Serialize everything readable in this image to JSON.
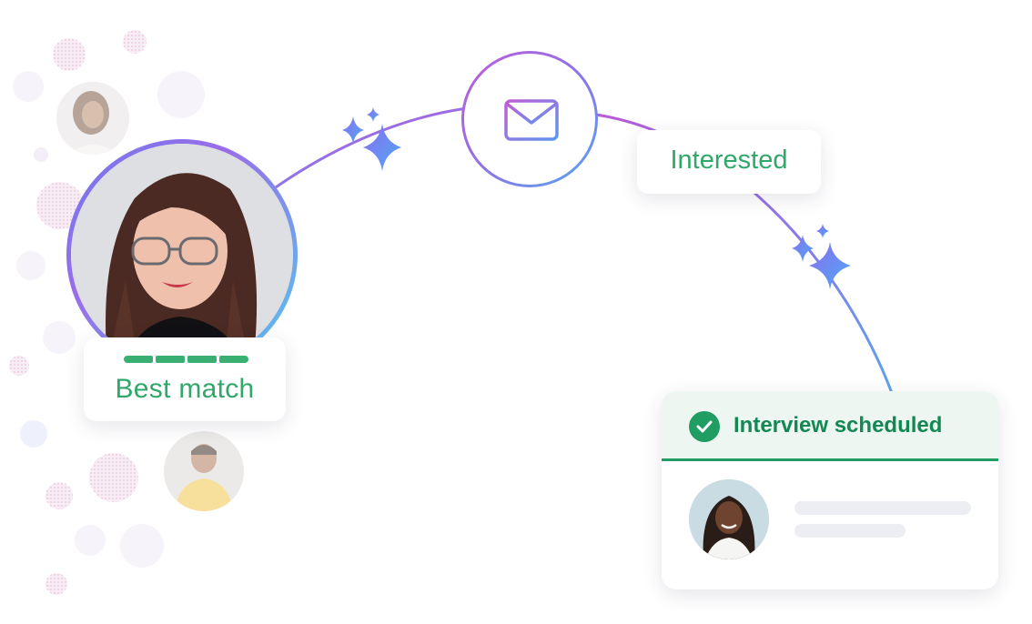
{
  "best_match": {
    "label": "Best match",
    "score_segments_filled": 4,
    "score_segments_total": 4
  },
  "status_card": {
    "label": "Interested"
  },
  "interview_card": {
    "title": "Interview scheduled"
  },
  "icons": {
    "mail": "envelope-icon",
    "sparkles": "sparkle-icon",
    "check": "check-circle-icon"
  },
  "colors": {
    "accent_green": "#2fa86a",
    "dark_green": "#1f9d63",
    "arc_purple": "#b85bd6",
    "arc_blue": "#5aa4ef",
    "sparkle_blue": "#6f8df3"
  }
}
